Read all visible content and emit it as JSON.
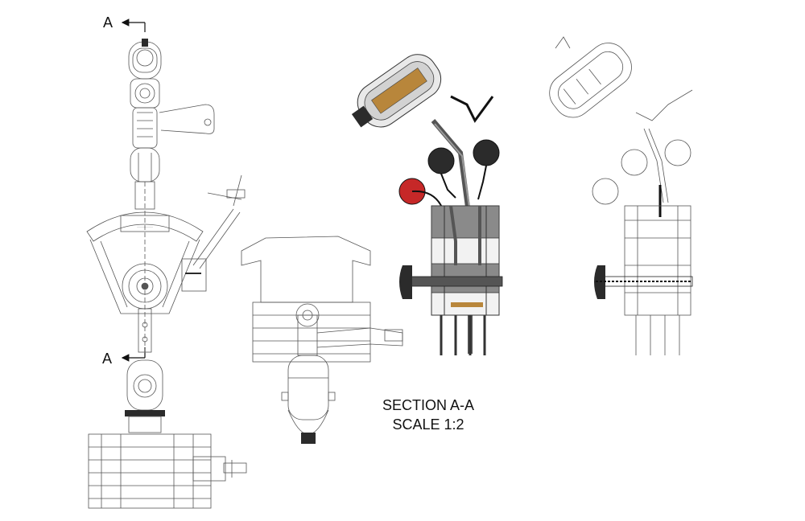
{
  "section_marker_top": "A",
  "section_marker_bottom": "A",
  "section_title": "SECTION A-A",
  "section_scale": "SCALE 1:2",
  "colors": {
    "line": "#555555",
    "dark": "#2b2b2b",
    "red_knob": "#c62828",
    "gold_detail": "#b8863b",
    "fill_grey": "#8a8a8a"
  }
}
